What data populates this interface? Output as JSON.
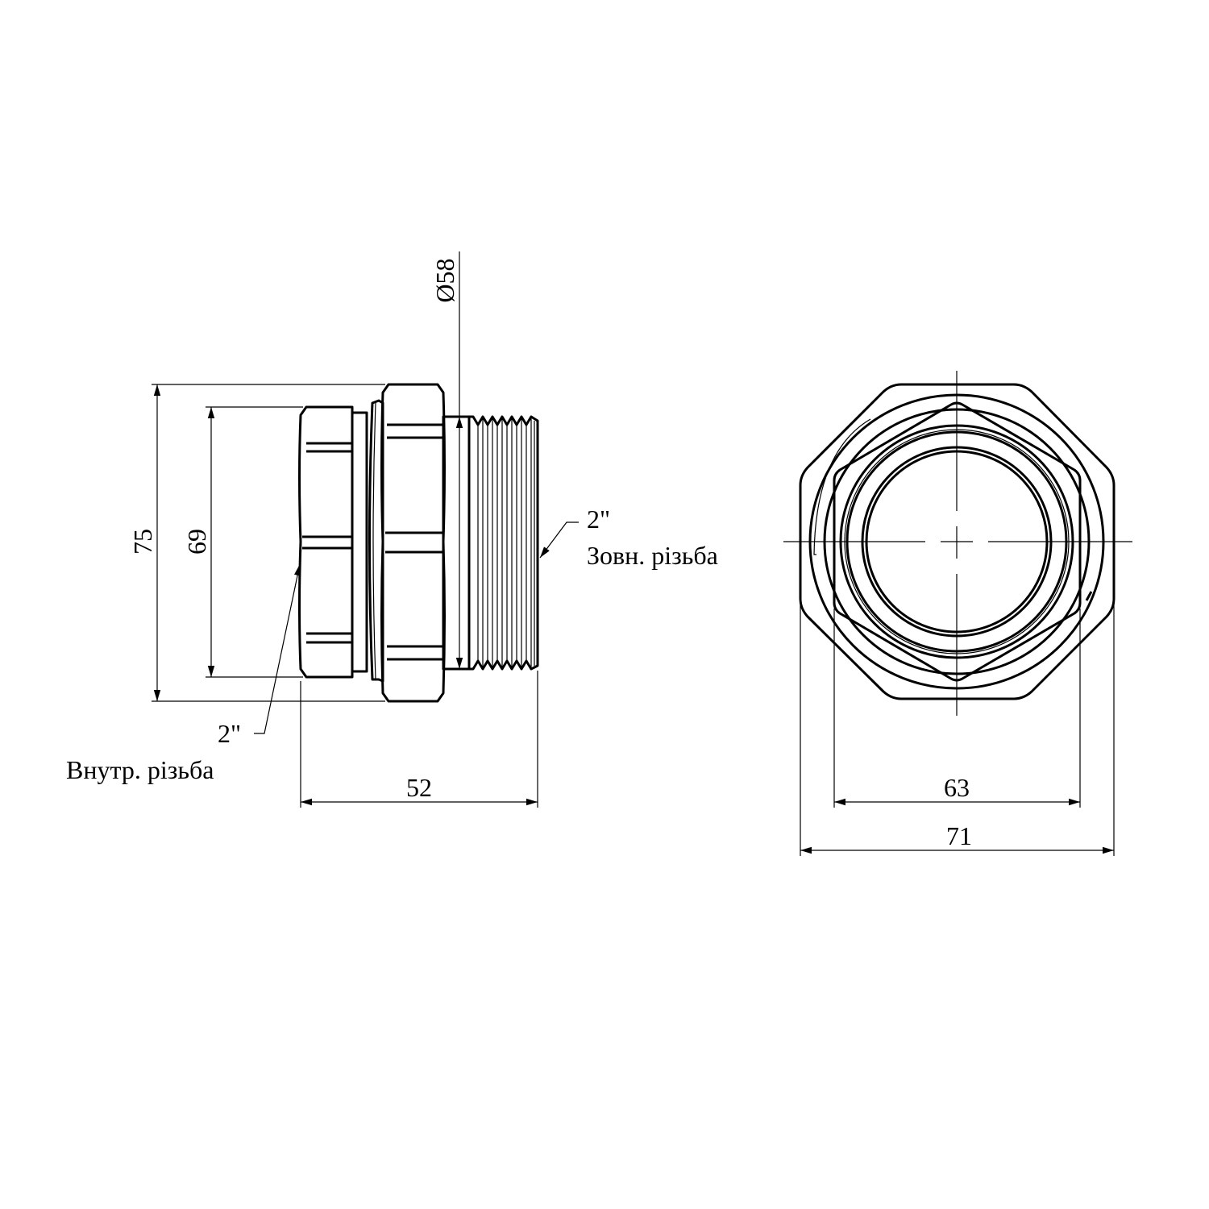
{
  "side_view": {
    "dim_overall_height": "75",
    "dim_hex_height": "69",
    "dim_thread_diameter": "Ø58",
    "dim_length": "52",
    "inner_thread_size": "2\"",
    "inner_thread_label": "Внутр. різьба",
    "outer_thread_size": "2\"",
    "outer_thread_label": "Зовн. різьба"
  },
  "end_view": {
    "dim_hex_across_flats": "63",
    "dim_octagon_width": "71"
  }
}
